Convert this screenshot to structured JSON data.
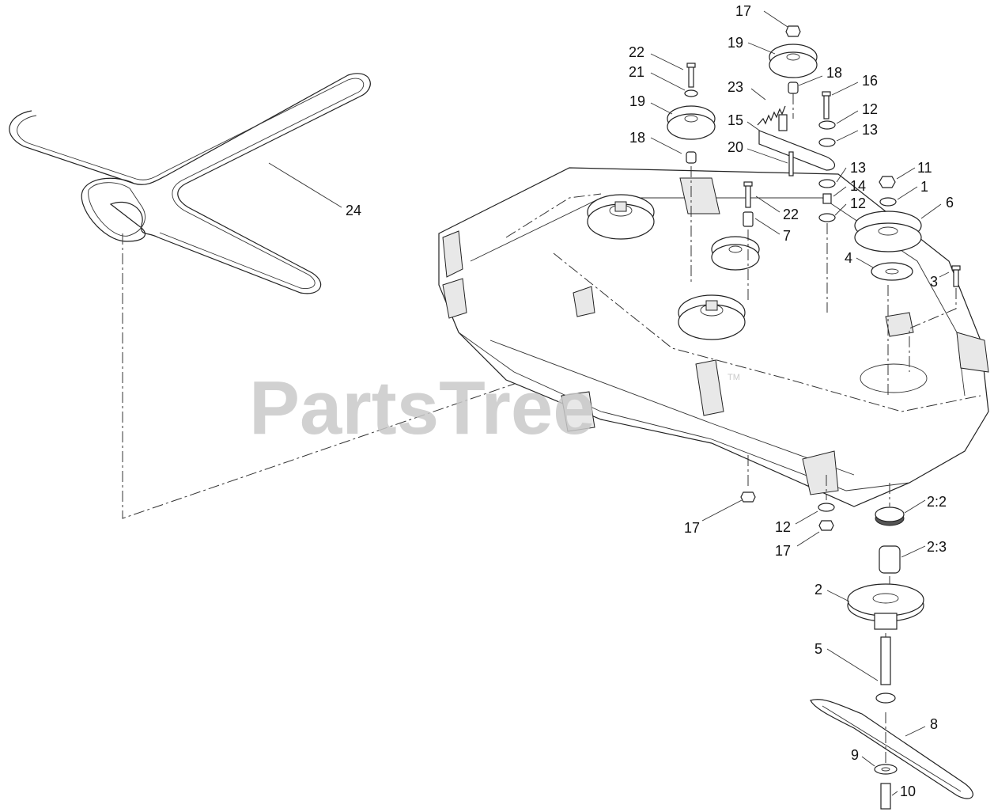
{
  "watermark": "PartsTree",
  "watermark_mark": "TM",
  "callouts": [
    {
      "id": "c17a",
      "text": "17"
    },
    {
      "id": "c19a",
      "text": "19"
    },
    {
      "id": "c18a",
      "text": "18"
    },
    {
      "id": "c22a",
      "text": "22"
    },
    {
      "id": "c21",
      "text": "21"
    },
    {
      "id": "c19b",
      "text": "19"
    },
    {
      "id": "c23",
      "text": "23"
    },
    {
      "id": "c16",
      "text": "16"
    },
    {
      "id": "c12a",
      "text": "12"
    },
    {
      "id": "c15",
      "text": "15"
    },
    {
      "id": "c13a",
      "text": "13"
    },
    {
      "id": "c18b",
      "text": "18"
    },
    {
      "id": "c20",
      "text": "20"
    },
    {
      "id": "c13b",
      "text": "13"
    },
    {
      "id": "c11",
      "text": "11"
    },
    {
      "id": "c14",
      "text": "14"
    },
    {
      "id": "c1",
      "text": "1"
    },
    {
      "id": "c22b",
      "text": "22"
    },
    {
      "id": "c12b",
      "text": "12"
    },
    {
      "id": "c6",
      "text": "6"
    },
    {
      "id": "c24",
      "text": "24"
    },
    {
      "id": "c7",
      "text": "7"
    },
    {
      "id": "c4",
      "text": "4"
    },
    {
      "id": "c3",
      "text": "3"
    },
    {
      "id": "c17b",
      "text": "17"
    },
    {
      "id": "c12c",
      "text": "12"
    },
    {
      "id": "c22c",
      "text": "2:2"
    },
    {
      "id": "c17c",
      "text": "17"
    },
    {
      "id": "c23b",
      "text": "2:3"
    },
    {
      "id": "c2",
      "text": "2"
    },
    {
      "id": "c5",
      "text": "5"
    },
    {
      "id": "c8",
      "text": "8"
    },
    {
      "id": "c9",
      "text": "9"
    },
    {
      "id": "c10",
      "text": "10"
    }
  ]
}
